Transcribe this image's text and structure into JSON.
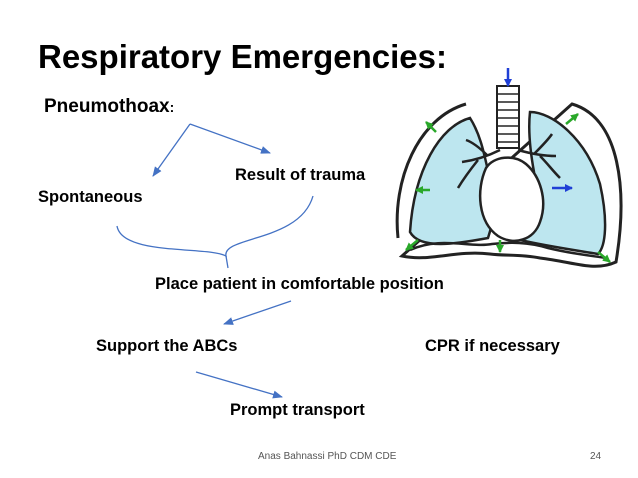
{
  "slide": {
    "title": "Respiratory Emergencies:",
    "subtitle": "Pneumothoax",
    "subtitle_suffix": ":",
    "branches": {
      "left": "Spontaneous",
      "right": "Result of trauma"
    },
    "steps": {
      "position": "Place patient in comfortable position",
      "abcs": "Support the ABCs",
      "cpr": "CPR if necessary",
      "transport": "Prompt transport"
    },
    "footer": {
      "author": "Anas Bahnassi PhD CDM CDE",
      "page_number": "24"
    }
  },
  "colors": {
    "arrow": "#4472c4",
    "lung_fill": "#bde6ef",
    "arrow_green": "#2aa82a",
    "arrow_blue": "#1f3fd6",
    "outline": "#222222"
  },
  "icons": {
    "diagram": "lung-diagram-icon"
  }
}
